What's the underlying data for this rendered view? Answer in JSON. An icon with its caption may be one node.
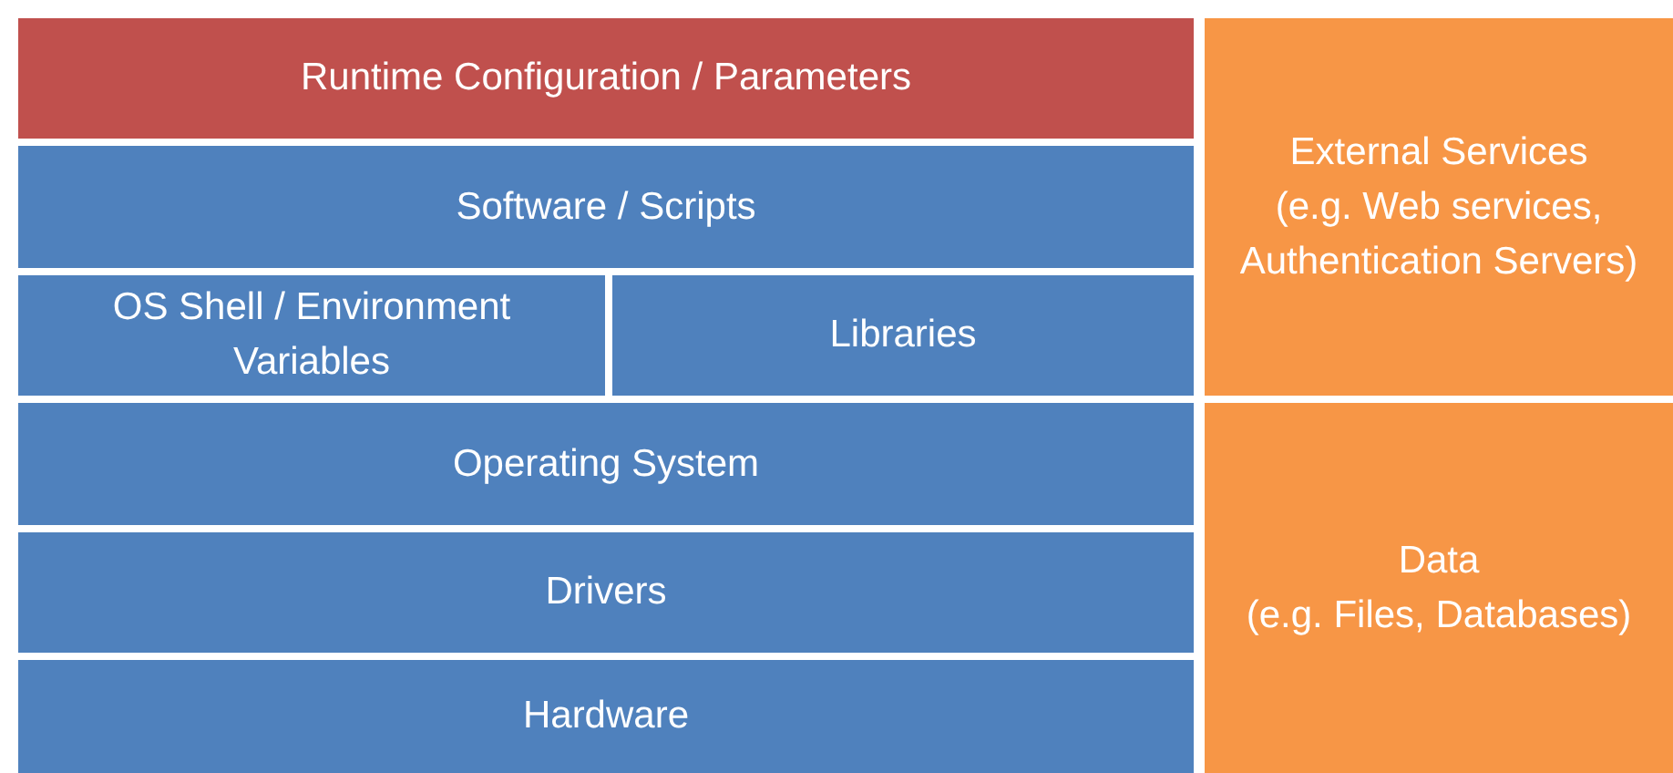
{
  "diagram": {
    "nodes": [
      {
        "text": [
          "Runtime Configuration / Parameters"
        ]
      },
      {
        "text": [
          "Software / Scripts"
        ]
      },
      {
        "text": [
          "OS Shell / Environment Variables"
        ]
      },
      {
        "text": [
          "Libraries"
        ]
      },
      {
        "text": [
          "Operating System"
        ]
      },
      {
        "text": [
          "Drivers"
        ]
      },
      {
        "text": [
          "Hardware"
        ]
      },
      {
        "text": [
          "External Services",
          "(e.g. Web services, Authentication Servers)"
        ]
      },
      {
        "text": [
          "Data",
          "(e.g. Files, Databases)"
        ]
      }
    ]
  }
}
